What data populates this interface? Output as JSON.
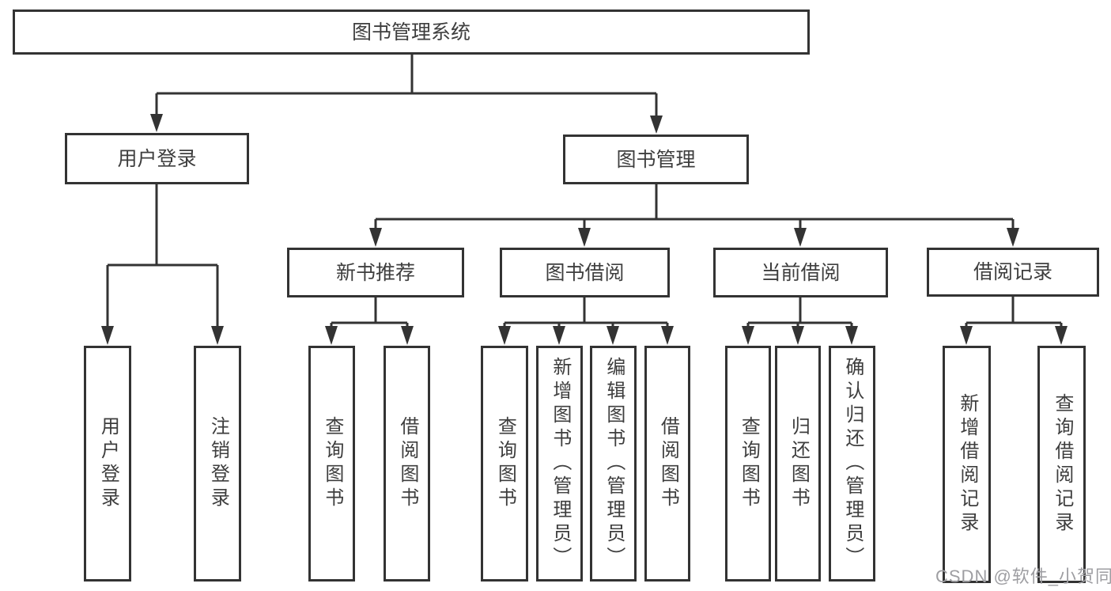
{
  "diagram_type": "hierarchy-tree",
  "style": {
    "line_color": "#333333",
    "text_color": "#3e3e3e",
    "watermark_color": "#9e9ea2",
    "background": "#ffffff"
  },
  "tree": {
    "root": {
      "label": "图书管理系统",
      "children": [
        {
          "label": "用户登录",
          "children": [
            {
              "label": "用户登录"
            },
            {
              "label": "注销登录"
            }
          ]
        },
        {
          "label": "图书管理",
          "children": [
            {
              "label": "新书推荐",
              "children": [
                {
                  "label": "查询图书"
                },
                {
                  "label": "借阅图书"
                }
              ]
            },
            {
              "label": "图书借阅",
              "children": [
                {
                  "label": "查询图书"
                },
                {
                  "label": "新增图书（管理员）"
                },
                {
                  "label": "编辑图书（管理员）"
                },
                {
                  "label": "借阅图书"
                }
              ]
            },
            {
              "label": "当前借阅",
              "children": [
                {
                  "label": "查询图书"
                },
                {
                  "label": "归还图书"
                },
                {
                  "label": "确认归还（管理员）"
                }
              ]
            },
            {
              "label": "借阅记录",
              "children": [
                {
                  "label": "新增借阅记录"
                },
                {
                  "label": "查询借阅记录"
                }
              ]
            }
          ]
        }
      ]
    }
  },
  "watermark": {
    "text": "CSDN @软件_小贺同学"
  }
}
